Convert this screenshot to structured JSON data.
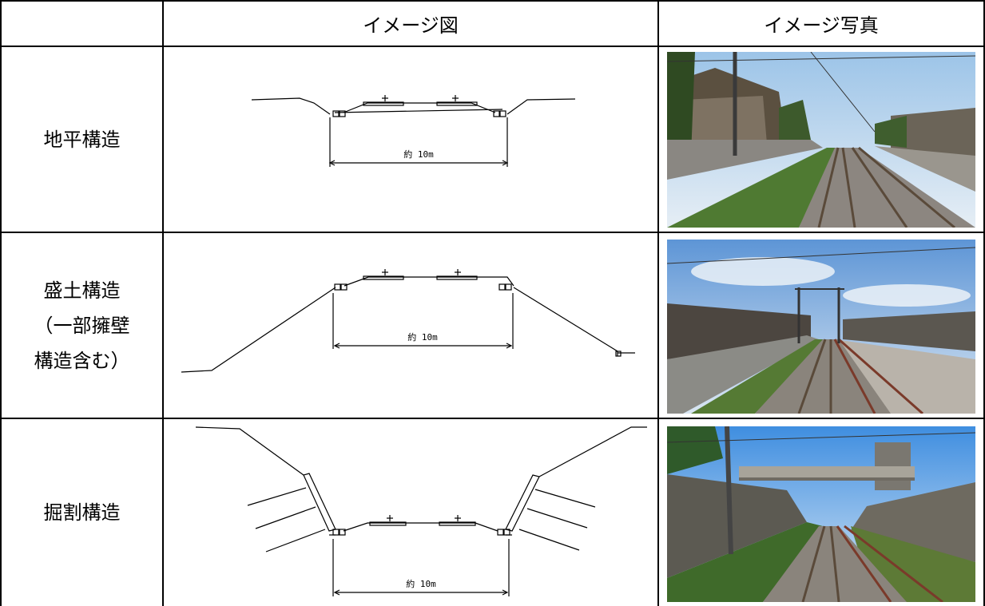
{
  "header": {
    "col_diagram": "イメージ図",
    "col_photo": "イメージ写真"
  },
  "rows": [
    {
      "label": "地平構造",
      "dimension": "約 10m",
      "photo_icon": "railway-ground-level-photo"
    },
    {
      "label": "盛土構造\n（一部擁壁\n構造含む）",
      "dimension": "約 10m",
      "photo_icon": "railway-embankment-photo"
    },
    {
      "label": "掘割構造",
      "dimension": "約 10m",
      "photo_icon": "railway-cutting-photo"
    }
  ]
}
